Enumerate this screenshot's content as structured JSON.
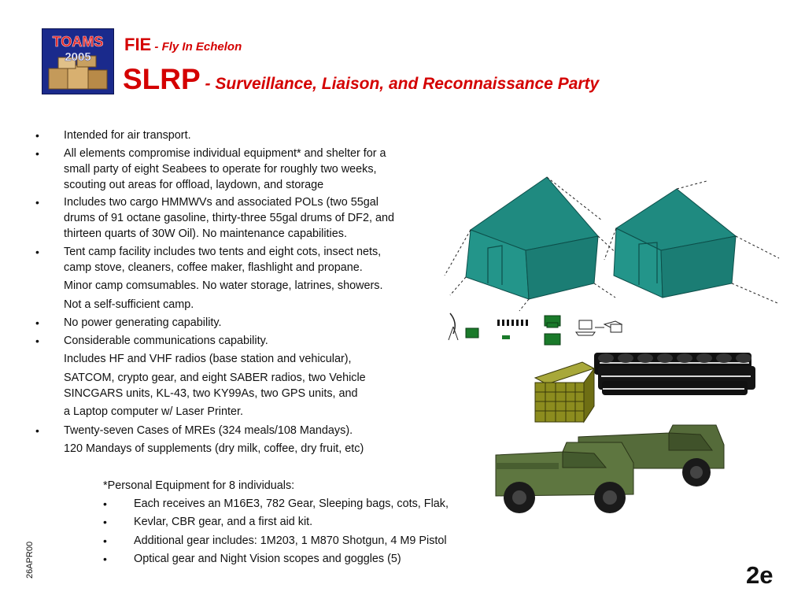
{
  "logo": {
    "line1": "TOAMS",
    "line2": "2005"
  },
  "title": {
    "line1_abbr": "FIE",
    "line1_sep": " - ",
    "line1_full": "Fly In Echelon",
    "line2_abbr": "SLRP",
    "line2_sep": " - ",
    "line2_full": "Surveillance, Liaison, and Reconnaissance Party"
  },
  "bullet_char": "•",
  "body_lines": [
    "Intended for air transport.",
    "All elements compromise individual equipment* and shelter for a",
    "small party of eight Seabees to operate for roughly two weeks,",
    "scouting out areas for offload, laydown, and storage",
    "Includes two cargo HMMWVs and associated POLs (two 55gal",
    "drums of 91 octane gasoline, thirty-three 55gal drums of DF2, and",
    "thirteen quarts of 30W Oil).  No maintenance capabilities.",
    "Tent camp facility includes two tents and eight cots, insect nets,",
    "camp stove, cleaners, coffee maker, flashlight and propane.",
    "Minor camp comsumables.  No water storage, latrines, showers.",
    "Not a self-sufficient camp.",
    "No power generating capability.",
    "Considerable communications capability.",
    "Includes HF and VHF radios (base station and vehicular),",
    "SATCOM, crypto gear, and eight SABER radios, two Vehicle",
    "SINCGARS units, KL-43, two KY99As, two GPS units, and",
    "a Laptop computer w/ Laser Printer.",
    "Twenty-seven Cases of MREs (324 meals/108 Mandays).",
    "120 Mandays of supplements (dry milk, coffee, dry fruit, etc)"
  ],
  "personal": {
    "heading": "*Personal Equipment for 8 individuals:",
    "items": [
      "Each receives an M16E3, 782 Gear, Sleeping bags, cots, Flak,",
      "Kevlar, CBR gear, and a first aid kit.",
      "Additional gear includes: 1M203, 1 M870 Shotgun, 4 M9 Pistol",
      "Optical gear and Night Vision scopes and goggles (5)"
    ]
  },
  "footer": {
    "date_code": "26APR00",
    "page_number": "2e"
  },
  "icons": [
    "tent-icon",
    "satellite-dish-icon",
    "radio-icon",
    "laptop-icon",
    "printer-icon",
    "fuel-drum-icon",
    "mre-crate-icon",
    "hmmwv-icon"
  ],
  "colors": {
    "title": "#d40000",
    "tent": "#1f8a80",
    "equipment": "#1a7a2a",
    "crates": "#8c8c1e",
    "drums": "#111111",
    "vehicle": "#556b3a",
    "logo_bg": "#1a2a8c"
  }
}
